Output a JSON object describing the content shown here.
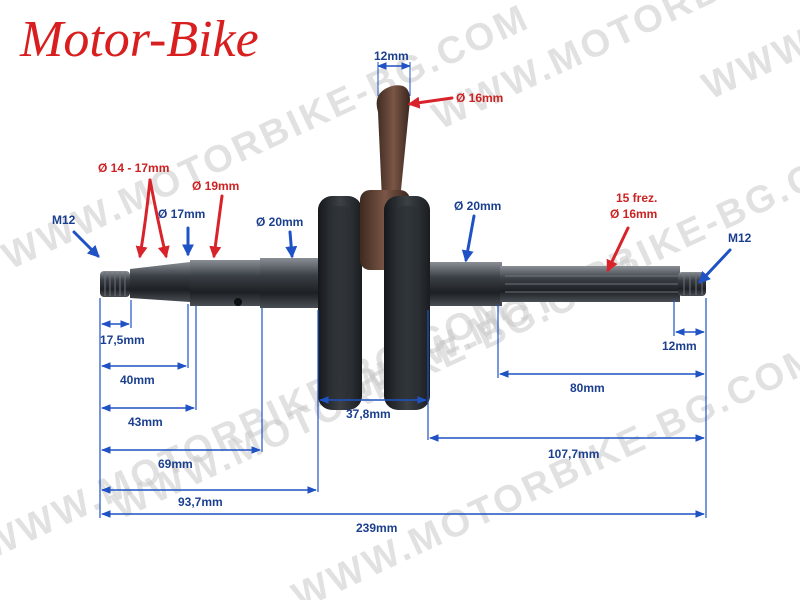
{
  "brand": {
    "text": "Motor-Bike",
    "color": "#d81e1e"
  },
  "watermark": {
    "text": "WWW.MOTORBIKE-BG.COM"
  },
  "colors": {
    "red_arrow": "#d8232a",
    "blue_arrow": "#1f52c4",
    "dim_line": "#1f52c4",
    "steel": "#2f3338",
    "rod": "#5a3a2c"
  },
  "callouts": {
    "m12_left": "M12",
    "d14_17": "Ø 14 - 17mm",
    "d19": "Ø 19mm",
    "d17": "Ø 17mm",
    "d20_left": "Ø 20mm",
    "d20_right": "Ø 20mm",
    "rod_width": "12mm",
    "rod_pin": "Ø 16mm",
    "splines_line1": "15 frez.",
    "splines_line2": "Ø 16mm",
    "m12_right": "M12"
  },
  "dimensions": {
    "d17_5": "17,5mm",
    "d40": "40mm",
    "d43": "43mm",
    "d69": "69mm",
    "d93_7": "93,7mm",
    "d239": "239mm",
    "d37_8": "37,8mm",
    "d107_7": "107,7mm",
    "d80": "80mm",
    "d12": "12mm"
  }
}
